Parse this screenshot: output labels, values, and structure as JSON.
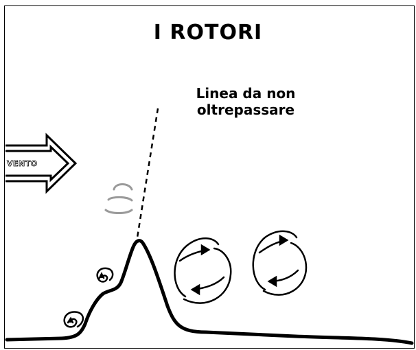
{
  "title": "I ROTORI",
  "line_label": {
    "line1": "Linea da non",
    "line2": "oltrepassare"
  },
  "wind_label": "VENTO",
  "icons": {
    "wind_arrow": "wind-arrow-icon",
    "rotor": "rotor-icon",
    "cloud": "lenticular-cloud-icon"
  }
}
